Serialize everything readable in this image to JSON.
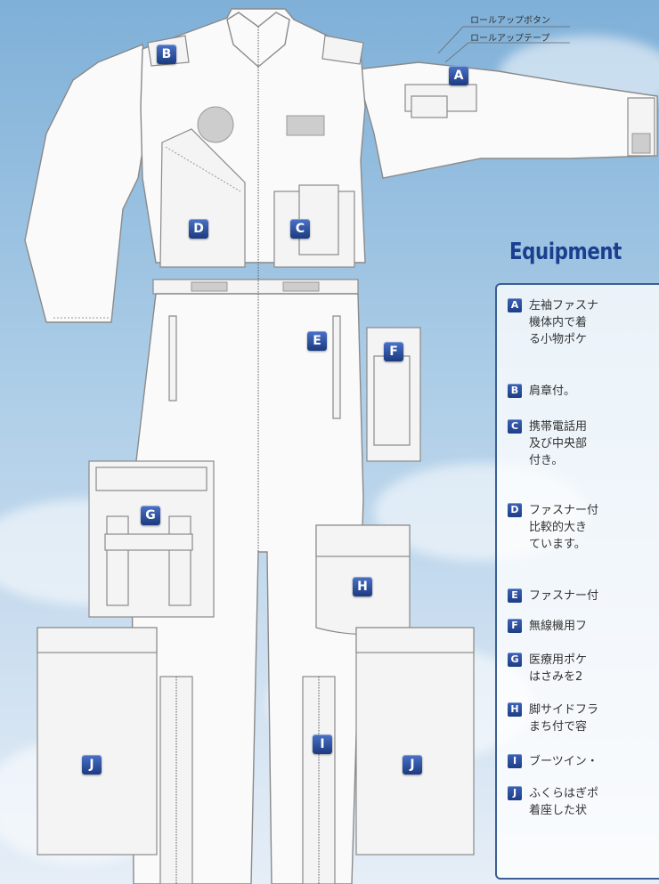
{
  "callouts": {
    "rollup_button": "ロールアップボタン",
    "rollup_tape": "ロールアップテープ"
  },
  "heading": "Equipment",
  "labels": {
    "A": "A",
    "B": "B",
    "C": "C",
    "D": "D",
    "E": "E",
    "F": "F",
    "G": "G",
    "H": "H",
    "I": "I",
    "J": "J"
  },
  "equipment_list": [
    {
      "badge": "A",
      "lines": [
        "左袖ファスナ",
        "機体内で着",
        "る小物ポケ"
      ]
    },
    {
      "badge": "B",
      "lines": [
        "肩章付。"
      ]
    },
    {
      "badge": "C",
      "lines": [
        "携帯電話用",
        "及び中央部",
        "付き。"
      ]
    },
    {
      "badge": "D",
      "lines": [
        "ファスナー付",
        "比較的大き",
        "ています。"
      ]
    },
    {
      "badge": "E",
      "lines": [
        "ファスナー付"
      ]
    },
    {
      "badge": "F",
      "lines": [
        "無線機用フ"
      ]
    },
    {
      "badge": "G",
      "lines": [
        "医療用ポケ",
        "はさみを2"
      ]
    },
    {
      "badge": "H",
      "lines": [
        "脚サイドフラ",
        "まち付で容"
      ]
    },
    {
      "badge": "I",
      "lines": [
        "ブーツイン・"
      ]
    },
    {
      "badge": "J",
      "lines": [
        "ふくらはぎポ",
        "着座した状"
      ]
    }
  ],
  "colors": {
    "badge_blue": "#1d3d86",
    "heading_blue": "#1b3f8f",
    "panel_border": "#3b5f93",
    "sky_top": "#7fb0d8"
  }
}
